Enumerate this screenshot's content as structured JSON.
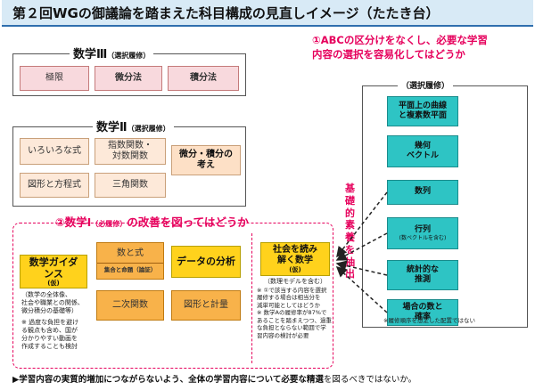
{
  "title": "第２回WGの御議論を踏まえた科目構成の見直しイメージ（たたき台）",
  "math3": {
    "label": "数学Ⅲ",
    "label_note": "（選択履修）",
    "boxes": [
      "極限",
      "微分法",
      "積分法"
    ]
  },
  "math2": {
    "label": "数学Ⅱ",
    "label_note": "（選択履修）",
    "boxes": {
      "various": "いろいろな式",
      "exp": "指数関数・\n対数関数",
      "calc": "微分・積分の\n考え",
      "figure": "図形と方程式",
      "trig": "三角関数"
    }
  },
  "proposal1": "①ABCの区分けをなくし、必要な学習\n内容の選択を容易化してはどうか",
  "proposal2_prefix": "②数学Ⅰ",
  "proposal2_note": "（必履修）",
  "proposal2_suffix": "の改善を図ってはどうか",
  "math1": {
    "guidance": "数学ガイダ\nンス",
    "guidance_sub": "(仮)",
    "guidance_note": "（数学の全体像、\n社会や職業との関係、\n微分積分の基礎等）",
    "guidance_star": "※ 過度な負担を避け\nる観点も含め、国が\n分かりやすい動画を\n作成することも検討",
    "numbers": "数と式",
    "numbers_sub": "集合と命題（論証）",
    "quadratic": "二次関数",
    "data": "データの分析",
    "geometry": "図形と計量",
    "society": "社会を読み\n解く数学",
    "society_sub": "(仮)",
    "society_note": "（数理モデルを含む）",
    "society_star": "※ ①で該当する内容を選択\n履修する場合は相当分を\n減単可能としてはどうか\n※ 数学Aの履修率が87%で\nあることを踏まえつつ、過重\nな負担とならない範囲で学\n習内容の検討が必要"
  },
  "elective": {
    "label": "（選択履修）",
    "boxes": [
      "平面上の曲線\nと複素数平面",
      "幾何\nベクトル",
      "数列",
      "行列",
      "統計的な\n推測",
      "場合の数と\n確率"
    ],
    "matrix_sub": "(数ベクトルを含む)",
    "footnote": "※履修順序を想定した配置ではない"
  },
  "extract_label": "基礎的素養を抽出",
  "footer_bold": "▶学習内容の実質的増加につながらないよう、全体の学習内容について必要な精選",
  "footer_plain": "を図るべきではないか。",
  "colors": {
    "accent": "#e6005c",
    "teal": "#2ec4c4",
    "yellow": "#ffd21c",
    "orange": "#f8b24a",
    "pink": "#f8d9dd"
  }
}
